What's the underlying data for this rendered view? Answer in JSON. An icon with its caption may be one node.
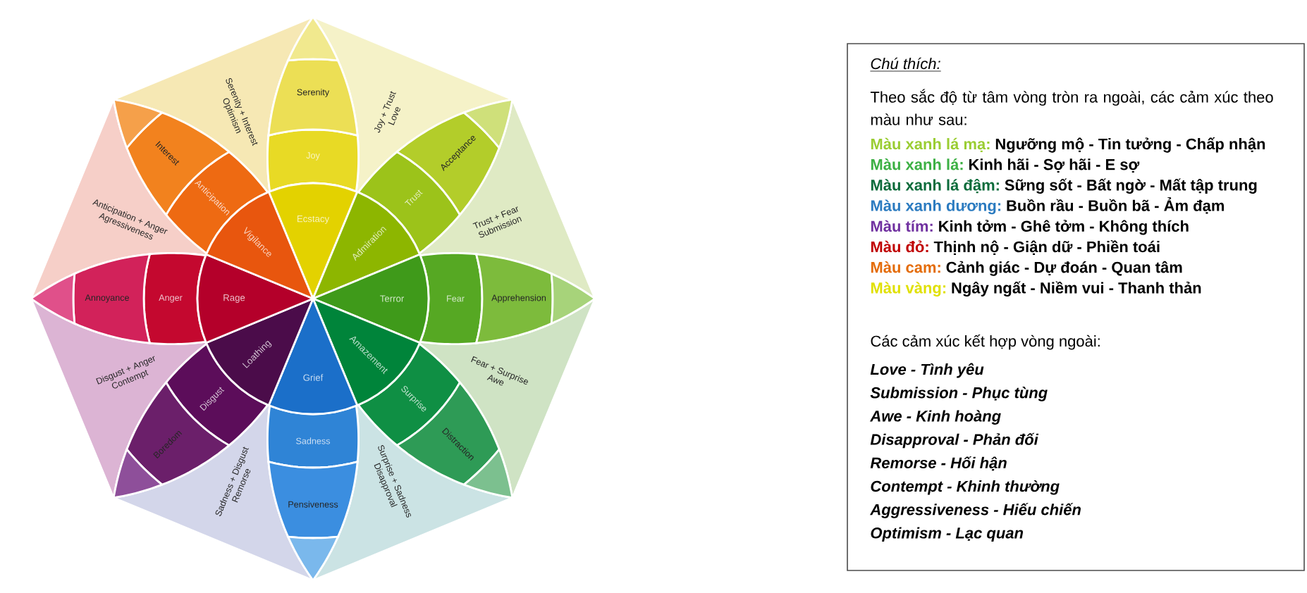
{
  "diagram": {
    "nodes": [
      {
        "text": [
          "Ecstacy"
        ]
      },
      {
        "text": [
          "Joy"
        ]
      },
      {
        "text": [
          "Serenity"
        ]
      },
      {
        "text": [
          "Admiration"
        ]
      },
      {
        "text": [
          "Trust"
        ]
      },
      {
        "text": [
          "Acceptance"
        ]
      },
      {
        "text": [
          "Terror"
        ]
      },
      {
        "text": [
          "Fear"
        ]
      },
      {
        "text": [
          "Apprehension"
        ]
      },
      {
        "text": [
          "Amazement"
        ]
      },
      {
        "text": [
          "Surprise"
        ]
      },
      {
        "text": [
          "Distraction"
        ]
      },
      {
        "text": [
          "Grief"
        ]
      },
      {
        "text": [
          "Sadness"
        ]
      },
      {
        "text": [
          "Pensiveness"
        ]
      },
      {
        "text": [
          "Loathing"
        ]
      },
      {
        "text": [
          "Disgust"
        ]
      },
      {
        "text": [
          "Boredom"
        ]
      },
      {
        "text": [
          "Rage"
        ]
      },
      {
        "text": [
          "Anger"
        ]
      },
      {
        "text": [
          "Annoyance"
        ]
      },
      {
        "text": [
          "Vigilance"
        ]
      },
      {
        "text": [
          "Anticipation"
        ]
      },
      {
        "text": [
          "Interest"
        ]
      },
      {
        "text": [
          "Joy + Trust",
          "Love"
        ]
      },
      {
        "text": [
          "Trust + Fear",
          "Submission"
        ]
      },
      {
        "text": [
          "Fear + Surprise",
          "Awe"
        ]
      },
      {
        "text": [
          "Surprise + Sadness",
          "Disapproval"
        ]
      },
      {
        "text": [
          "Sadness + Disgust",
          "Remorse"
        ]
      },
      {
        "text": [
          "Disgust + Anger",
          "Contempt"
        ]
      },
      {
        "text": [
          "Anticipation + Anger",
          "Agressiveness"
        ]
      },
      {
        "text": [
          "Serenity + Interest",
          "Optimism"
        ]
      },
      {
        "text": [
          "Chú thích:",
          "Theo sắc độ từ tâm vòng tròn ra ngoài, các cảm xúc theo màu như sau:",
          "Ngưỡng mộ - Tin tưởng - Chấp nhận",
          "Kinh hãi - Sợ hãi - E sợ",
          "Sững sốt - Bất ngờ - Mất tập trung",
          "Buồn rầu - Buồn bã - Ảm đạm",
          "Kinh tởm - Ghê tởm - Không thích",
          "Thịnh nộ - Giận dữ - Phiền toái",
          "Cảnh giác - Dự đoán - Quan tâm",
          "Ngây ngất - Niềm vui - Thanh thản",
          "Các cảm xúc kết hợp vòng ngoài:",
          "Love - Tình yêu",
          "Submission - Phục tùng",
          "Awe - Kinh hoàng",
          "Disapproval - Phản đối",
          "Remorse - Hối hận",
          "Contempt - Khinh thường",
          "Aggressiveness - Hiếu chiến",
          "Optimism - Lạc quan"
        ]
      }
    ],
    "legend": [
      {
        "text": "Màu xanh lá mạ:",
        "color": "#9acd32"
      },
      {
        "text": "Màu xanh lá:",
        "color": "#3cb043"
      },
      {
        "text": "Màu xanh lá đậm:",
        "color": "#0b6b3a"
      },
      {
        "text": "Màu xanh dương:",
        "color": "#2b7bc0"
      },
      {
        "text": "Màu tím:",
        "color": "#7030a0"
      },
      {
        "text": "Màu đỏ:",
        "color": "#c00000"
      },
      {
        "text": "Màu cam:",
        "color": "#e46c0a"
      },
      {
        "text": "Màu vàng:",
        "color": "#e0e000"
      }
    ]
  }
}
